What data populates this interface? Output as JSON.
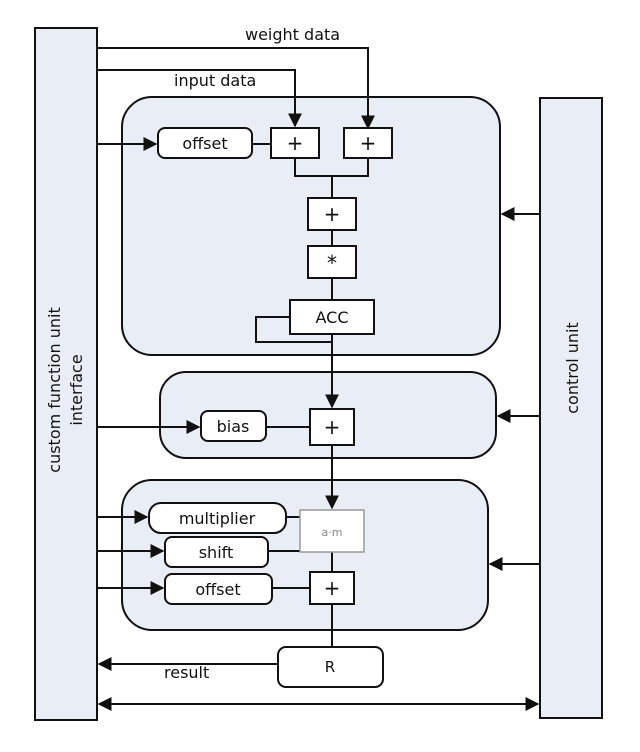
{
  "labels": {
    "weight_data": "weight data",
    "input_data": "input data",
    "result": "result",
    "cfu_interface_line1": "custom function unit",
    "cfu_interface_line2": "interface",
    "control_unit": "control unit"
  },
  "blocks": {
    "offset_top": "offset",
    "add_input": "+",
    "add_weight": "+",
    "add_mid": "+",
    "mul": "*",
    "acc": "ACC",
    "bias": "bias",
    "add_bias": "+",
    "multiplier": "multiplier",
    "shift": "shift",
    "offset_bottom": "offset",
    "requant": "a·m",
    "add_out": "+",
    "result_reg": "R"
  },
  "colors": {
    "panel_fill": "#e9edf5",
    "line": "#111111",
    "box_fill": "#ffffff"
  }
}
